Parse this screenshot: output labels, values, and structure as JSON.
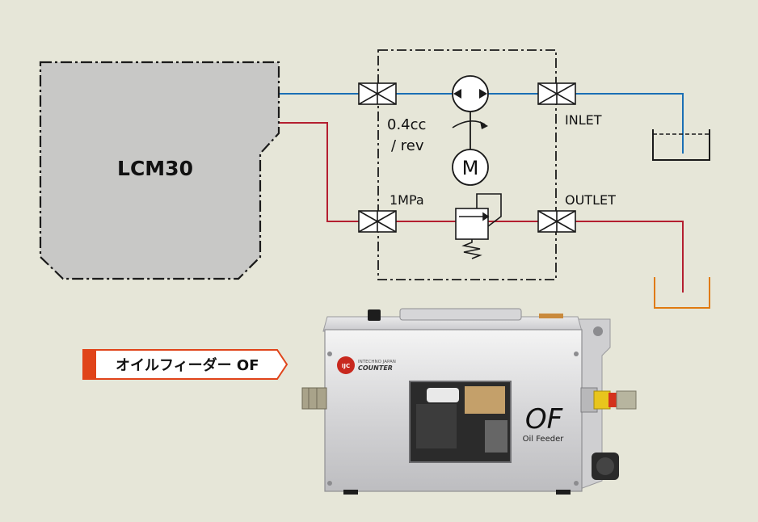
{
  "diagram": {
    "machine_label": "LCM30",
    "flow_rate_line1": "0.4cc",
    "flow_rate_line2": "/ rev",
    "relief_pressure": "1MPa",
    "inlet_label": "INLET",
    "outlet_label": "OUTLET",
    "motor_symbol": "M"
  },
  "product": {
    "title": "オイルフィーダー OF",
    "panel_mark": "OF",
    "panel_name": "Oil Feeder",
    "brand_top": "INTECHNO JAPAN",
    "brand_name": "COUNTER",
    "brand_mark": "IJC"
  },
  "colors": {
    "background": "#e6e6d8",
    "inlet_line": "#1b6fb5",
    "outlet_line": "#b41f30",
    "outlet_tank": "#e07a10",
    "banner": "#e0441a"
  }
}
